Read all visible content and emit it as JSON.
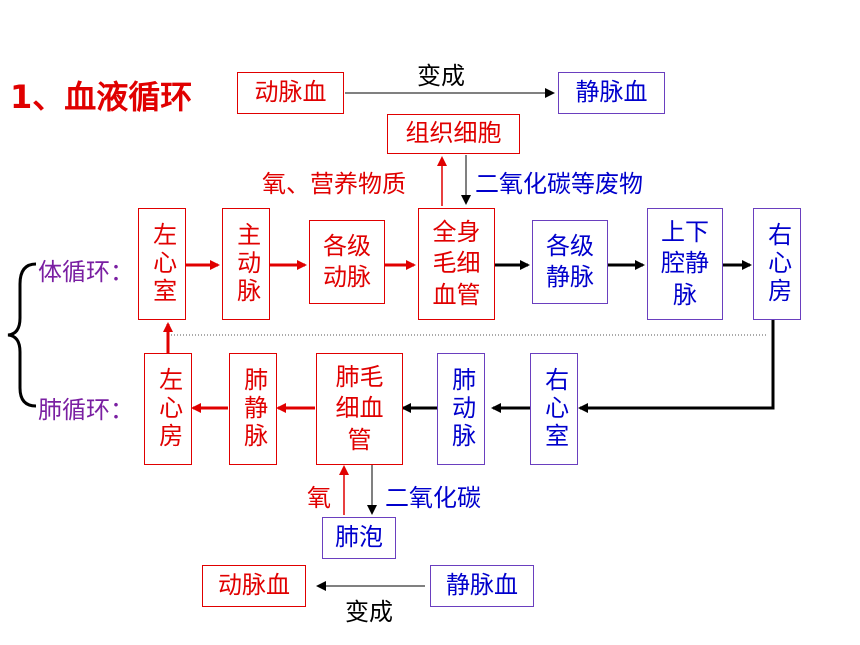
{
  "title": "1、血液循环",
  "top_legend": {
    "from": "动脉血",
    "verb": "变成",
    "to": "静脉血"
  },
  "bottom_legend": {
    "from": "静脉血",
    "verb": "变成",
    "to": "动脉血"
  },
  "tissue": {
    "cell": "组织细胞",
    "in_label": "氧、营养物质",
    "out_label": "二氧化碳等废物"
  },
  "systemic": {
    "label": "体循环：",
    "nodes": [
      "左心室",
      "主动脉",
      "各级动脉",
      "全身毛细血管",
      "各级静脉",
      "上下腔静脉",
      "右心房"
    ]
  },
  "pulmonary": {
    "label": "肺循环：",
    "nodes": [
      "左心房",
      "肺静脉",
      "肺毛细血管",
      "肺动脉",
      "右心室"
    ]
  },
  "alveoli": {
    "name": "肺泡",
    "in_label": "氧",
    "out_label": "二氧化碳"
  }
}
